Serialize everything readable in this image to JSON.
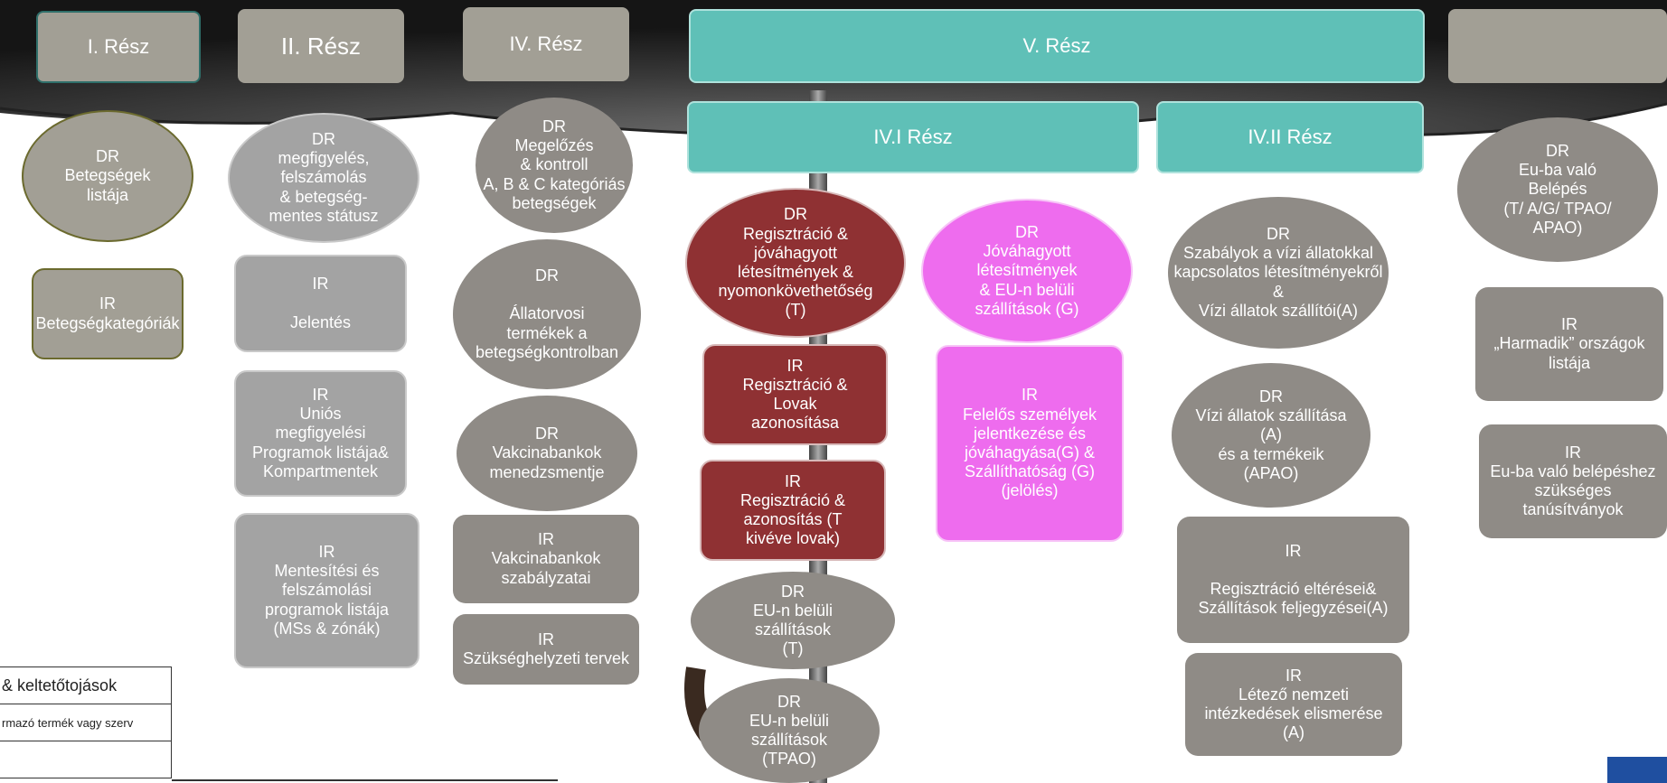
{
  "headers": {
    "part1": "I.  Rész",
    "part2": "II. Rész",
    "part4": "IV. Rész",
    "part5": "V. Rész",
    "part4_1": "IV.I Rész",
    "part4_2": "IV.II Rész"
  },
  "col1": {
    "n1": "DR\nBetegségek\nlistája",
    "n2": "IR\nBetegségkategóriák"
  },
  "col2": {
    "n1": "DR\nmegfigyelés,\nfelszámolás\n& betegség-\nmentes státusz",
    "n2": "IR\n\nJelentés",
    "n3": "IR\nUniós\nmegfigyelési\nProgramok listája&\nKompartmentek",
    "n4": "IR\nMentesítési és\nfelszámolási\nprogramok listája\n(MSs & zónák)"
  },
  "col3": {
    "n1": "DR\nMegelőzés\n& kontroll\nA, B & C kategóriás\nbetegségek",
    "n2": "DR\n\nÁllatorvosi\ntermékek a\nbetegségkontrolban",
    "n3": "DR\nVakcinabankok\nmenedzsmentje",
    "n4": "IR\nVakcinabankok\nszabályzatai",
    "n5": "IR\nSzükséghelyzeti tervek"
  },
  "col4": {
    "n1": "DR\nRegisztráció &\njóváhagyott\nlétesítmények &\nnyomonkövethetőség\n(T)",
    "n2": "IR\nRegisztráció &\nLovak\nazonosítása",
    "n3": "IR\nRegisztráció &\nazonosítás (T\nkivéve lovak)",
    "n4": "DR\nEU-n belüli\nszállítások\n(T)",
    "n5": "DR\nEU-n belüli\nszállítások\n(TPAO)"
  },
  "col5": {
    "n1": "DR\nJóváhagyott\nlétesítmények\n& EU-n belüli\nszállítások (G)",
    "n2": "IR\nFelelős személyek\njelentkezése és\njóváhagyása(G) &\nSzállíthatóság (G)\n(jelölés)"
  },
  "col6": {
    "n1": "DR\nSzabályok a vízi állatokkal\nkapcsolatos létesítményekről &\nVízi állatok szállítói(A)",
    "n2": "DR\nVízi állatok szállítása\n(A)\nés a termékeik\n(APAO)",
    "n3": "IR\n\nRegisztráció eltérései&\nSzállítások feljegyzései(A)",
    "n4": "IR\nLétező nemzeti\nintézkedések elismerése\n(A)"
  },
  "col7": {
    "n1": "DR\nEu-ba való\nBelépés\n(T/ A/G/ TPAO/\nAPAO)",
    "n2": "IR\n„Harmadik” országok\nlistája",
    "n3": "IR\nEu-ba való belépéshez\nszükséges\ntanúsítványok"
  },
  "legend": {
    "row1": "& keltetőtojások",
    "row2": "rmazó termék vagy szerv"
  }
}
